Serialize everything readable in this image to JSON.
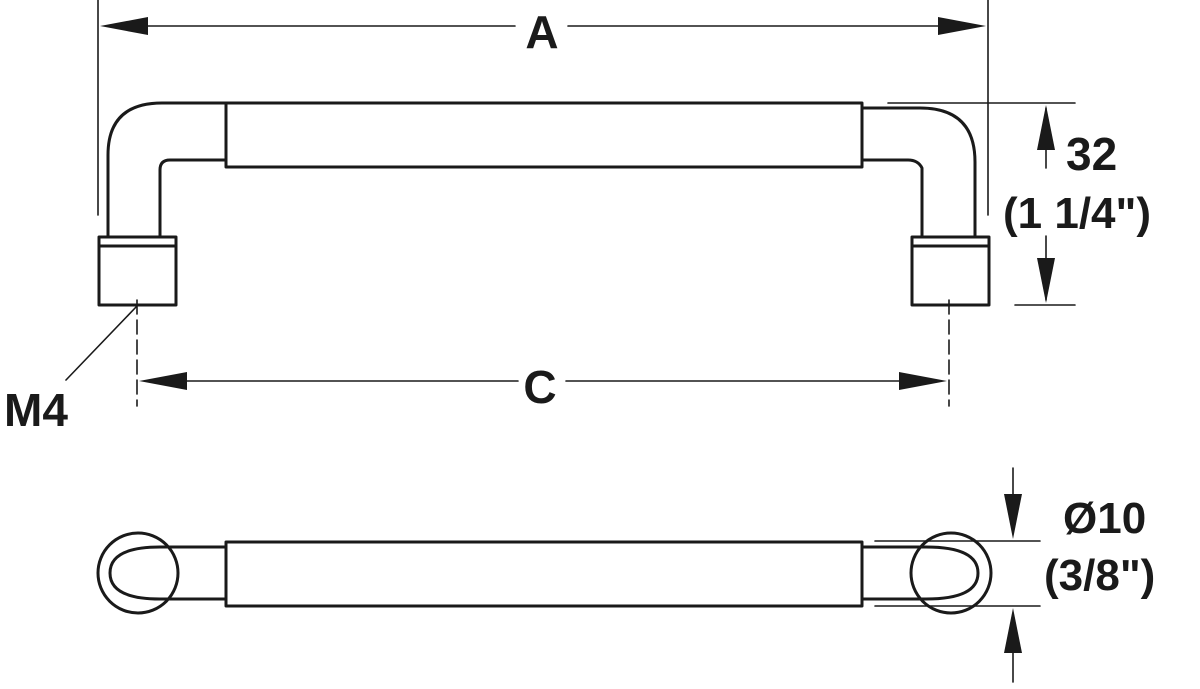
{
  "dimensions": {
    "overall_length": {
      "label": "A"
    },
    "center_to_center": {
      "label": "C"
    },
    "projection": {
      "value": "32",
      "imperial": "(1 1/4\")"
    },
    "diameter": {
      "value": "Ø10",
      "imperial": "(3/8\")"
    },
    "thread": {
      "label": "M4"
    }
  },
  "colors": {
    "line": "#1a1a1a",
    "background": "#ffffff"
  }
}
